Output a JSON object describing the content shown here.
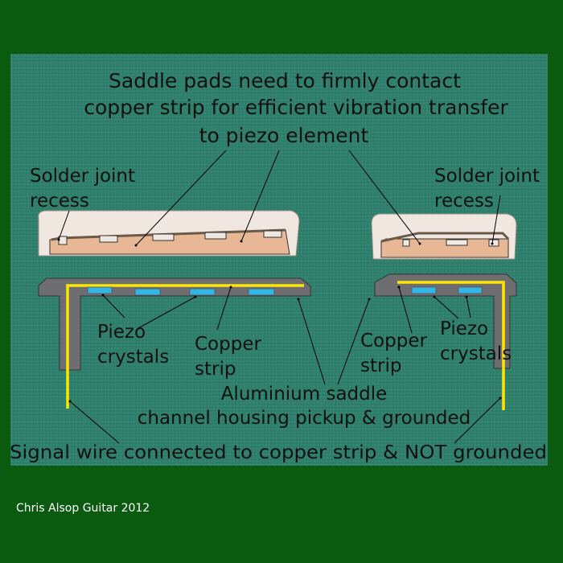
{
  "title": {
    "line1": "Saddle pads need to firmly contact",
    "line2": "copper strip for efficient vibration transfer",
    "line3": "to piezo element"
  },
  "labels": {
    "solder_joint_left": [
      "Solder joint",
      "recess"
    ],
    "solder_joint_right": [
      "Solder joint",
      "recess"
    ],
    "piezo_left": [
      "Piezo",
      "crystals"
    ],
    "piezo_right": [
      "Piezo",
      "crystals"
    ],
    "copper_left": [
      "Copper",
      "strip"
    ],
    "copper_right": [
      "Copper",
      "strip"
    ],
    "aluminium": [
      "Aluminium saddle",
      "channel housing pickup & grounded"
    ],
    "signal_wire": "Signal wire connected to copper strip & NOT grounded"
  },
  "credit": "Chris Alsop Guitar 2012",
  "colors": {
    "background": "#0a5a0f",
    "panel": "#2e7f6b",
    "saddle_top": "#f0e8e0",
    "saddle_pad": "#e8b896",
    "housing": "#6e6e72",
    "copper_strip": "#ffe600",
    "piezo": "#33b5e5"
  }
}
